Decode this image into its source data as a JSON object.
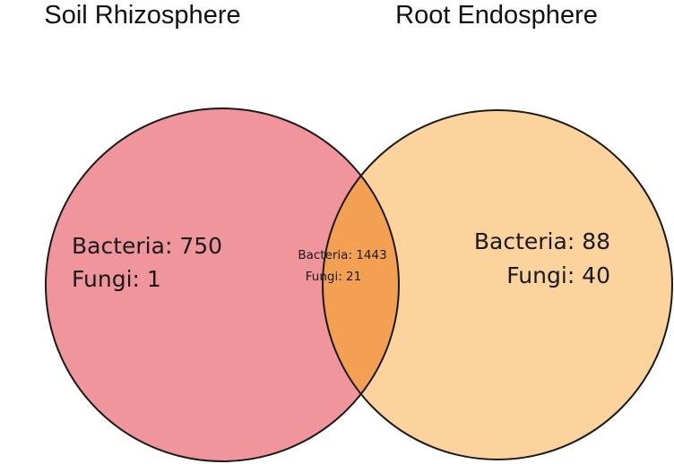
{
  "diagram": {
    "type": "venn",
    "sets": [
      {
        "id": "left",
        "label": "Soil Rhizosphere",
        "color": "#F0959B",
        "lines": [
          "Bacteria: 750",
          "Fungi: 1"
        ]
      },
      {
        "id": "right",
        "label": "Root Endosphere",
        "color": "#FCD39C",
        "lines": [
          "Bacteria: 88",
          "Fungi: 40"
        ]
      }
    ],
    "intersection": {
      "color": "#F3A053",
      "lines": [
        "Bacteria: 1443",
        "Fungi: 21"
      ]
    },
    "stroke_color": "#1a1a1a"
  }
}
